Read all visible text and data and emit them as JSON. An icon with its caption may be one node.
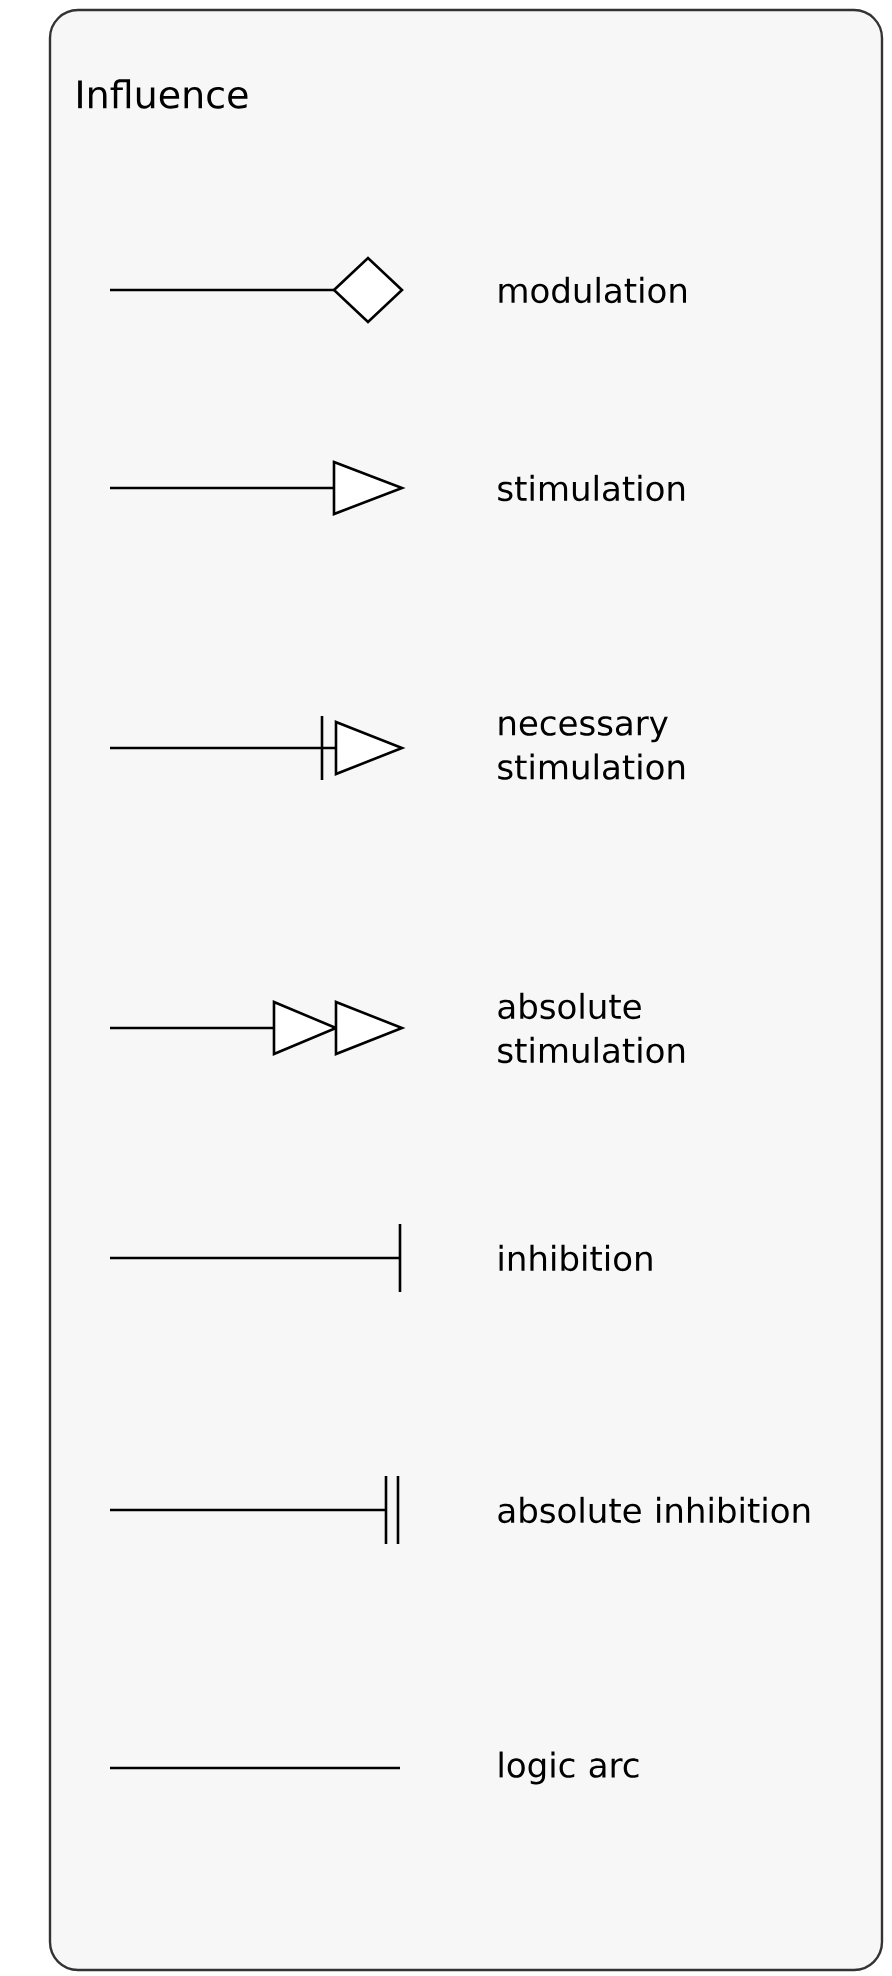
{
  "diagram": {
    "title": "Influence",
    "legend": [
      {
        "text": "modulation"
      },
      {
        "text": "stimulation"
      },
      {
        "text": "necessary stimulation"
      },
      {
        "text": "absolute stimulation"
      },
      {
        "text": "inhibition"
      },
      {
        "text": "absolute inhibition"
      },
      {
        "text": "logic arc"
      }
    ]
  }
}
